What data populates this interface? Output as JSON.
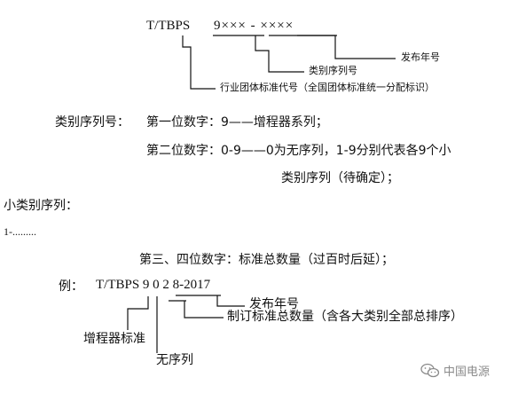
{
  "format": {
    "prefix": "T/TBPS",
    "code": "9××× - ××××",
    "label_year": "发布年号",
    "label_category": "类别序列号",
    "label_industry": "行业团体标准代号（全国团体标准统一分配标识）"
  },
  "category": {
    "heading": "类别序列号：",
    "first_digit": "第一位数字：9——增程器系列；",
    "second_digit_line1": "第二位数字：0-9——0为无序列，1-9分别代表各9个小",
    "second_digit_line2": "类别序列（待确定）；"
  },
  "subcategory": {
    "heading": "小类别序列：",
    "item": "1-........."
  },
  "third_fourth": "第三、四位数字：标准总数量（过百时后延）；",
  "example": {
    "label": "例：",
    "code": "T/TBPS 9 0 2 8-2017",
    "label_year": "发布年号",
    "label_total": "制订标准总数量（含各大类别全部总排序）",
    "label_range_extender": "增程器标准",
    "label_no_sequence": "无序列"
  },
  "watermark": {
    "text": "中国电源",
    "icon": "wechat-icon"
  }
}
